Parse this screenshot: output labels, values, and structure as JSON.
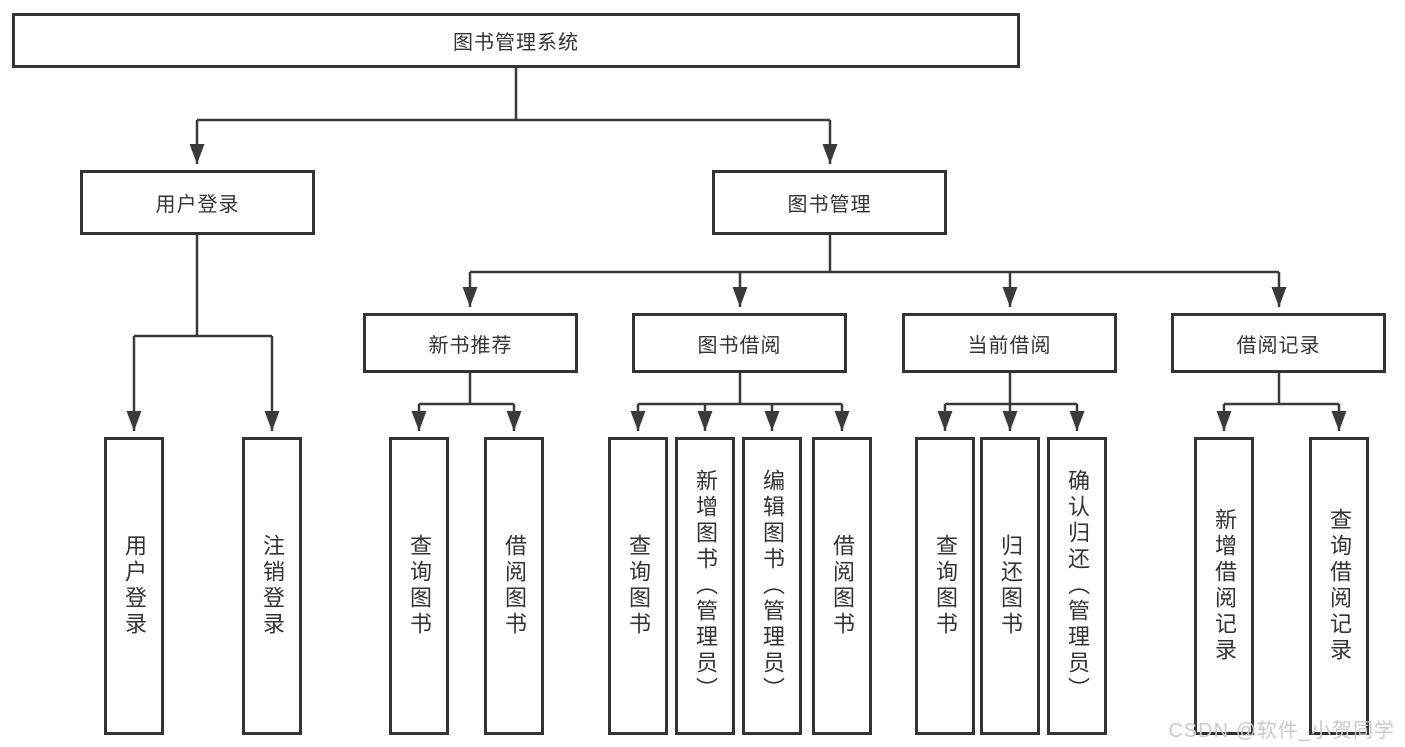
{
  "colors": {
    "line": "#3a3a3a",
    "border": "#333333",
    "text": "#333333",
    "background": "#ffffff",
    "watermark": "#c9c9c9"
  },
  "watermark": "CSDN @软件_小贺同学",
  "tree": {
    "label": "图书管理系统",
    "children": [
      {
        "label": "用户登录",
        "children": [
          {
            "label": "用户登录"
          },
          {
            "label": "注销登录"
          }
        ]
      },
      {
        "label": "图书管理",
        "children": [
          {
            "label": "新书推荐",
            "children": [
              {
                "label": "查询图书"
              },
              {
                "label": "借阅图书"
              }
            ]
          },
          {
            "label": "图书借阅",
            "children": [
              {
                "label": "查询图书"
              },
              {
                "label": "新增图书（管理员）"
              },
              {
                "label": "编辑图书（管理员）"
              },
              {
                "label": "借阅图书"
              }
            ]
          },
          {
            "label": "当前借阅",
            "children": [
              {
                "label": "查询图书"
              },
              {
                "label": "归还图书"
              },
              {
                "label": "确认归还（管理员）"
              }
            ]
          },
          {
            "label": "借阅记录",
            "children": [
              {
                "label": "新增借阅记录"
              },
              {
                "label": "查询借阅记录"
              }
            ]
          }
        ]
      }
    ]
  }
}
